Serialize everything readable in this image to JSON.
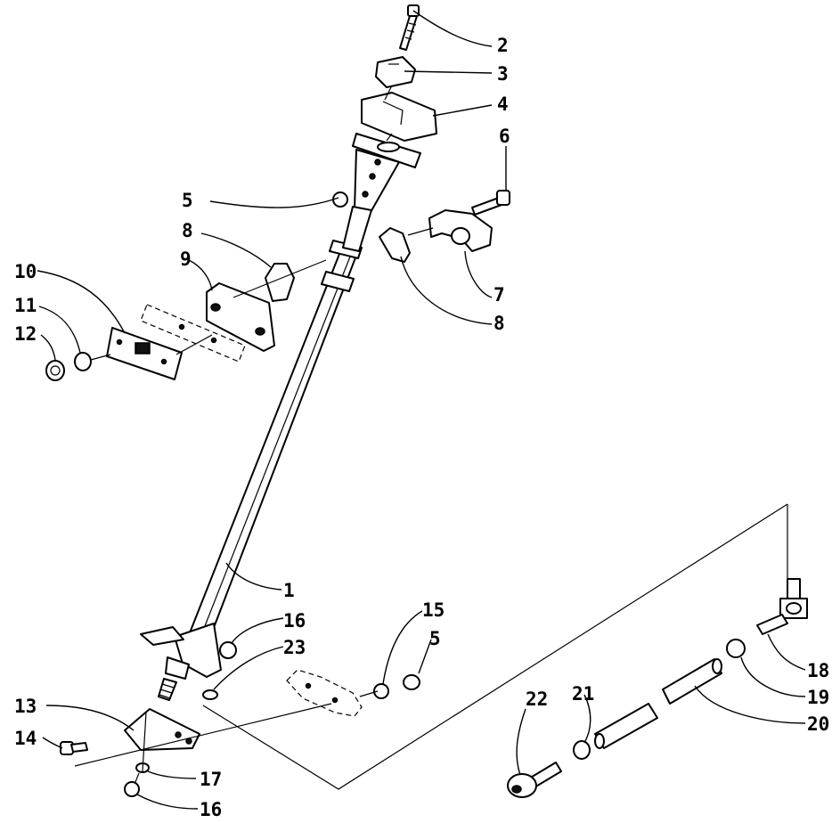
{
  "callouts": {
    "c1": "1",
    "c2": "2",
    "c3": "3",
    "c4": "4",
    "c5a": "5",
    "c5b": "5",
    "c6": "6",
    "c7": "7",
    "c8a": "8",
    "c8b": "8",
    "c9": "9",
    "c10": "10",
    "c11": "11",
    "c12": "12",
    "c13": "13",
    "c14": "14",
    "c15": "15",
    "c16a": "16",
    "c16b": "16",
    "c17": "17",
    "c18": "18",
    "c19": "19",
    "c20": "20",
    "c21": "21",
    "c22": "22",
    "c23": "23"
  }
}
